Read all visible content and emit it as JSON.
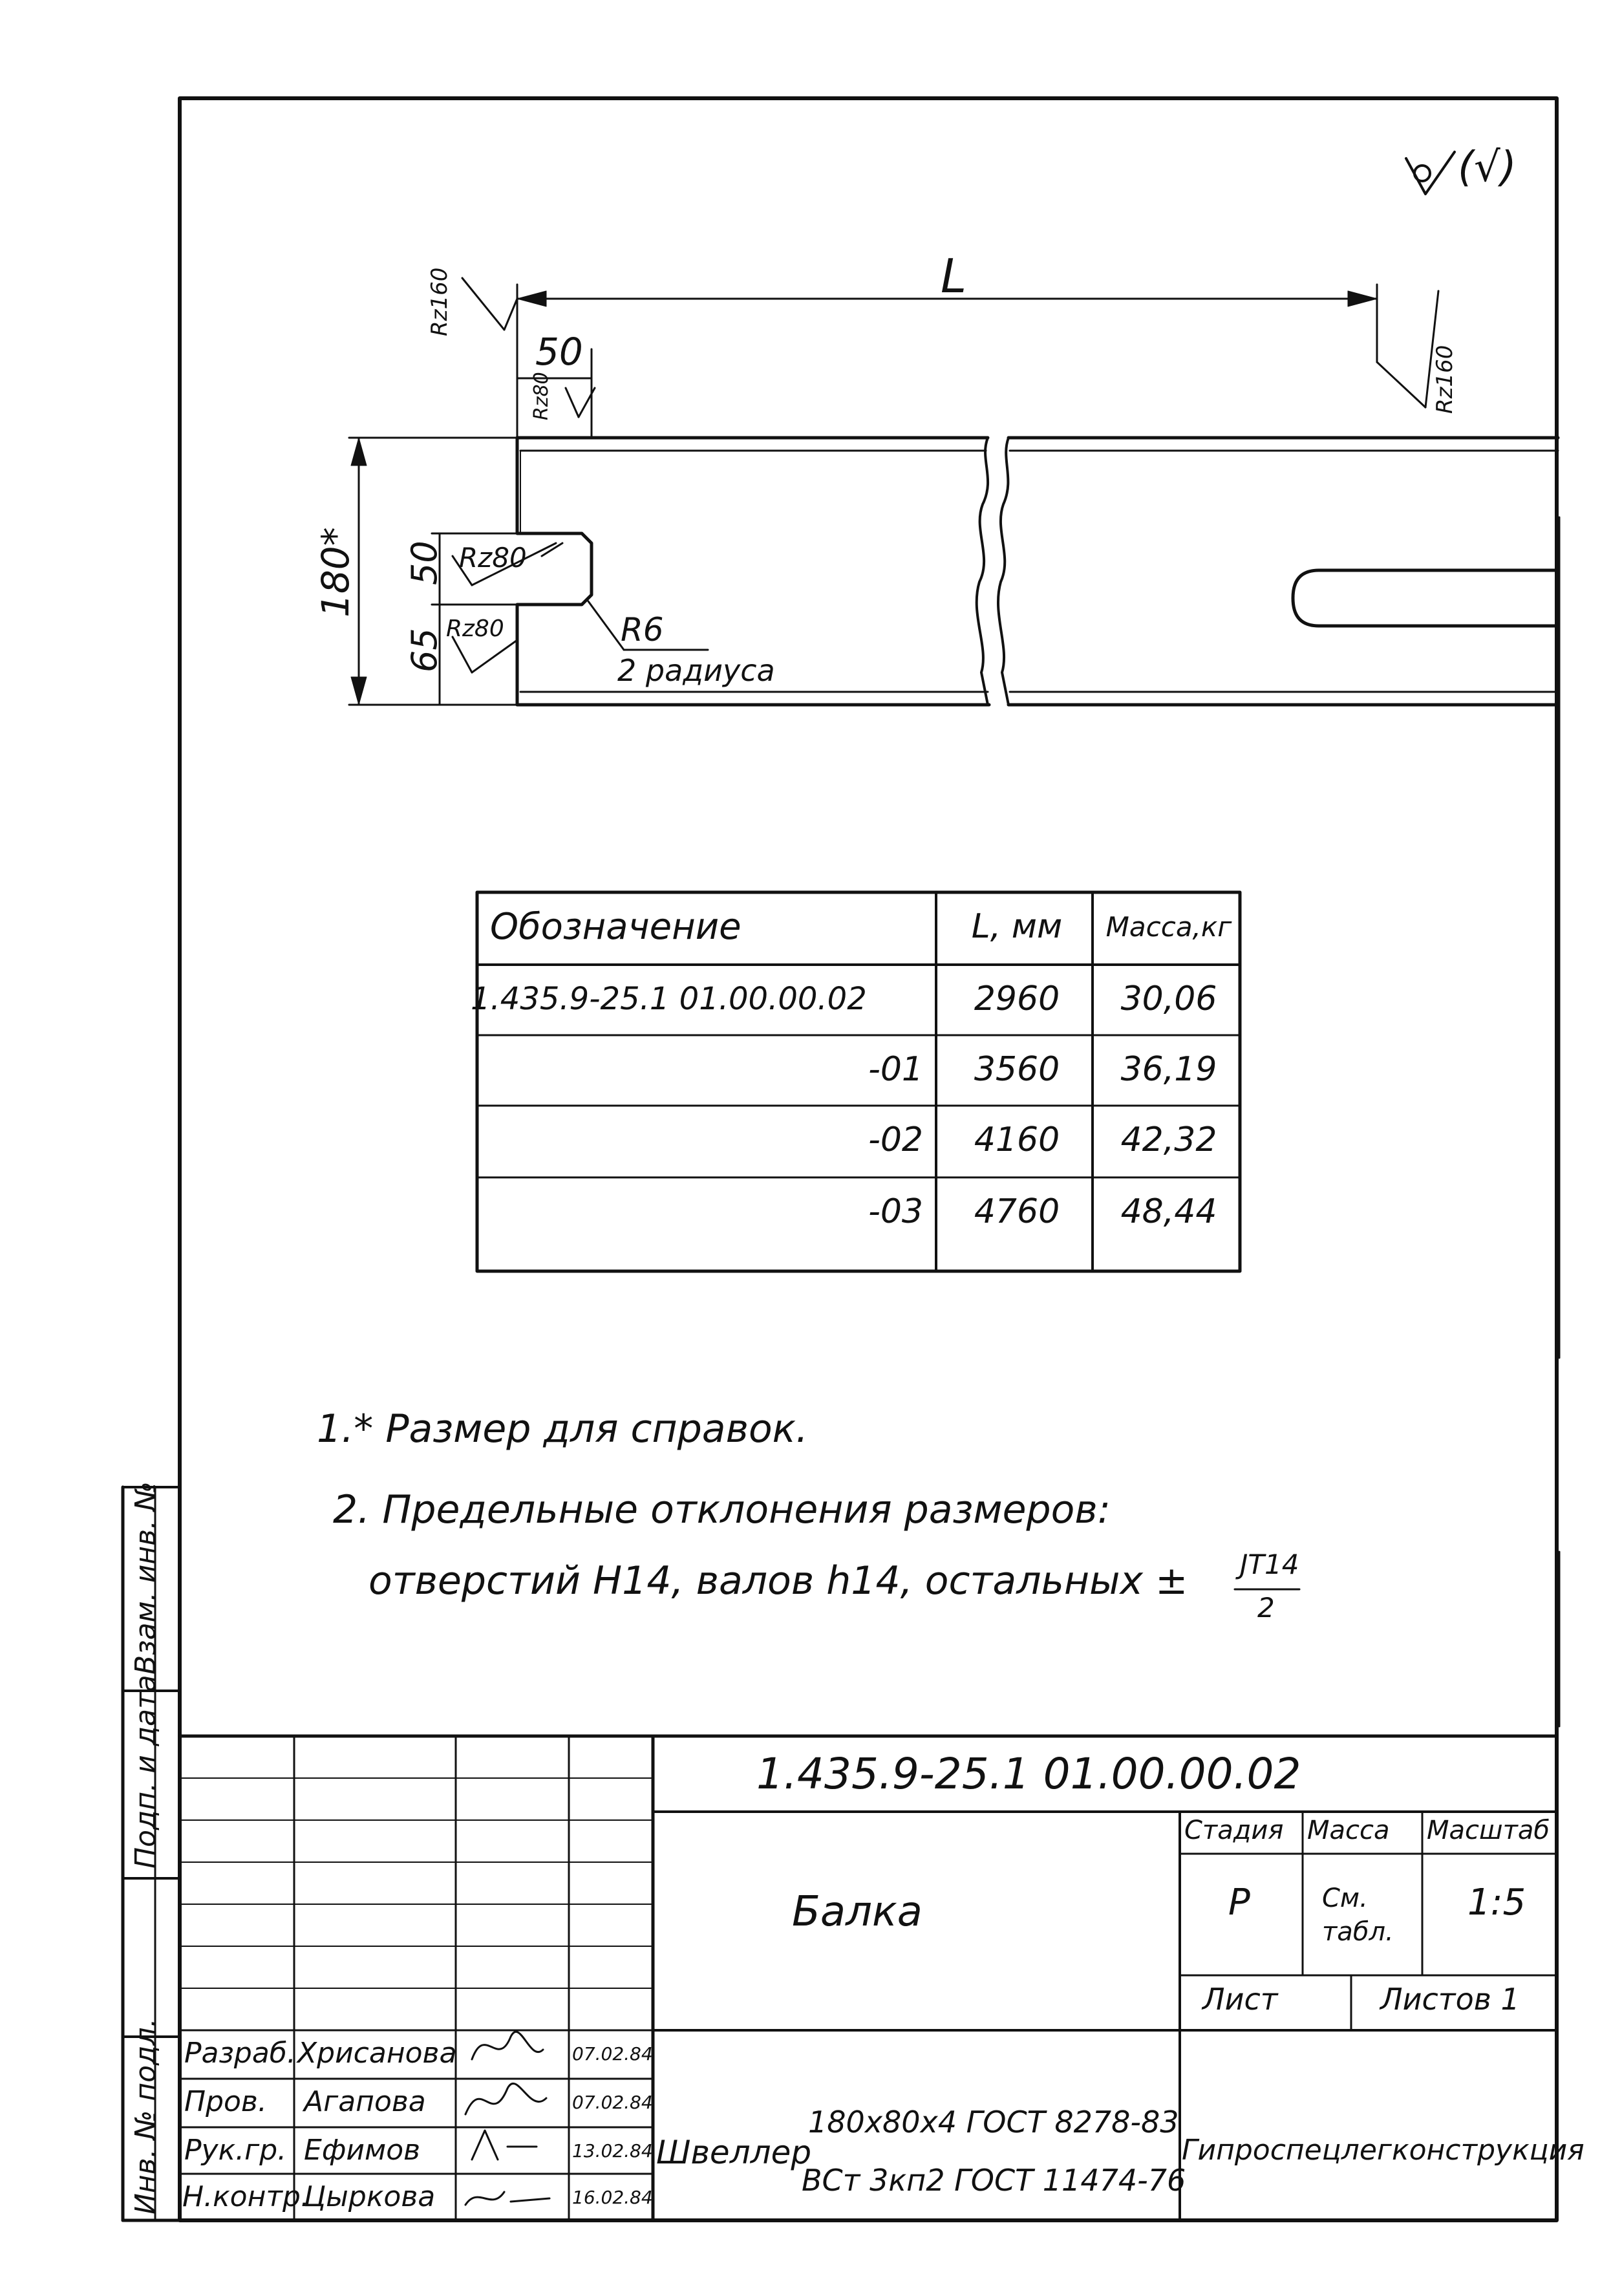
{
  "drawing": {
    "roughness_symbol": "(√)",
    "dim_L": "L",
    "dim_50_top": "50",
    "dim_height": "180*",
    "dim_50_side": "50",
    "dim_65": "65",
    "rz160_left": "Rz160",
    "rz160_right": "Rz160",
    "rz80_top": "Rz80",
    "rz80_a": "Rz80",
    "rz80_b": "Rz80",
    "radius_label": "R6",
    "radius_note": "2 радиуса"
  },
  "table": {
    "headers": [
      "Обозначение",
      "L, мм",
      "Масса,кг"
    ],
    "rows": [
      {
        "designation": "1.435.9-25.1 01.00.00.02",
        "length": "2960",
        "mass": "30,06"
      },
      {
        "designation": "-01",
        "length": "3560",
        "mass": "36,19"
      },
      {
        "designation": "-02",
        "length": "4160",
        "mass": "42,32"
      },
      {
        "designation": "-03",
        "length": "4760",
        "mass": "48,44"
      }
    ]
  },
  "notes": {
    "note1": "1.* Размер для справок.",
    "note2": "2. Предельные отклонения размеров:",
    "note3": "отверстий H14, валов h14, остальных ±",
    "fraction_num": "JT14",
    "fraction_den": "2"
  },
  "side_stamp": {
    "inv_orig": "Инв. № подл.",
    "sign_date": "Подп. и дата",
    "replace_inv": "Взам. инв. №"
  },
  "title_block": {
    "code": "1.435.9-25.1 01.00.00.02",
    "name": "Балка",
    "stage_h": "Стадия",
    "mass_h": "Масса",
    "scale_h": "Масштаб",
    "stage": "Р",
    "mass": "См. табл.",
    "scale": "1:5",
    "sheet": "Лист",
    "sheets": "Листов 1",
    "material_prefix": "Швеллер",
    "material_top": "180x80x4 ГОСТ 8278-83",
    "material_bottom": "ВСт 3кп2 ГОСТ 11474-76",
    "org": "Гипроспецлегконструкция",
    "staff": [
      {
        "role": "Разраб.",
        "name": "Хрисанова",
        "date": "07.02.84"
      },
      {
        "role": "Пров.",
        "name": "Агапова",
        "date": "07.02.84"
      },
      {
        "role": "Рук.гр.",
        "name": "Ефимов",
        "date": "13.02.84"
      },
      {
        "role": "Н.контр.",
        "name": "Цыркова",
        "date": "16.02.84"
      }
    ]
  }
}
